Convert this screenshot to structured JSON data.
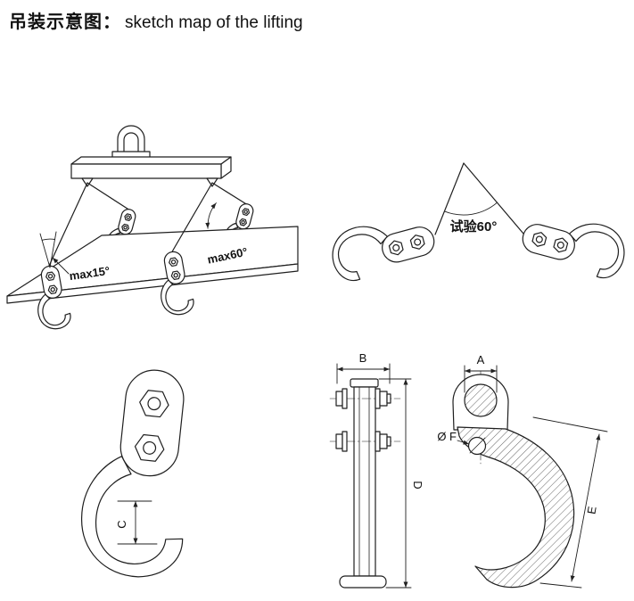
{
  "page": {
    "background": "#ffffff",
    "line_color": "#1f1f1f",
    "text_color": "#111111"
  },
  "title": {
    "zh": "吊装示意图：",
    "en": "sketch map of the lifting"
  },
  "lifting_sketch": {
    "max_angle_sling": "max15°",
    "max_angle_plate": "max60°"
  },
  "test_sketch": {
    "test_angle": "试验60°"
  },
  "dimensions": {
    "a": "A",
    "b": "B",
    "c": "C",
    "d": "D",
    "e": "E",
    "f": "Ø F"
  }
}
